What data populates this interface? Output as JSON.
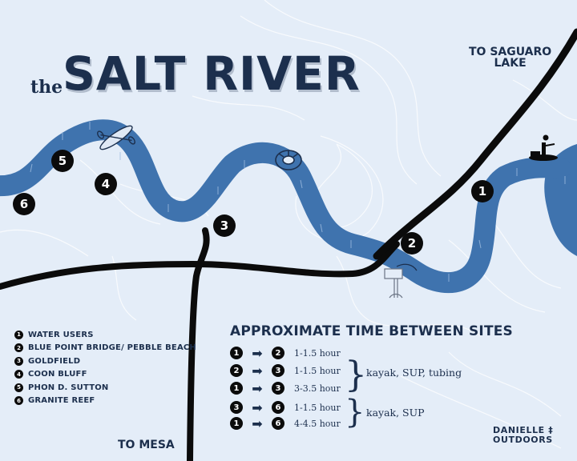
{
  "map": {
    "title_prefix": "the",
    "title": "SALT RIVER",
    "colors": {
      "background": "#e4edf8",
      "river": "#3f73ae",
      "road": "#0b0b0b",
      "text": "#1c2f4d",
      "contour": "#ffffff"
    },
    "destinations": {
      "saguaro_lake_line1": "TO SAGUARO",
      "saguaro_lake_line2": "LAKE",
      "mesa": "TO MESA"
    },
    "markers": [
      {
        "num": "1",
        "name": "WATER USERS"
      },
      {
        "num": "2",
        "name": "BLUE POINT BRIDGE/ PEBBLE BEACH"
      },
      {
        "num": "3",
        "name": "GOLDFIELD"
      },
      {
        "num": "4",
        "name": "COON BLUFF"
      },
      {
        "num": "5",
        "name": "PHON D. SUTTON"
      },
      {
        "num": "6",
        "name": "GRANITE REEF"
      }
    ],
    "icons": [
      "kayak-icon",
      "inner-tube-icon",
      "paddleboarder-icon",
      "bridge-sign-icon"
    ]
  },
  "times": {
    "title": "APPROXIMATE TIME BETWEEN SITES",
    "rows": [
      {
        "from": "1",
        "to": "2",
        "duration": "1-1.5 hour"
      },
      {
        "from": "2",
        "to": "3",
        "duration": "1-1.5 hour"
      },
      {
        "from": "1",
        "to": "3",
        "duration": "3-3.5 hour"
      },
      {
        "from": "3",
        "to": "6",
        "duration": "1-1.5 hour"
      },
      {
        "from": "1",
        "to": "6",
        "duration": "4-4.5 hour"
      }
    ],
    "groups": [
      {
        "activities": "kayak, SUP, tubing"
      },
      {
        "activities": "kayak, SUP"
      }
    ],
    "arrow": "➡"
  },
  "brand": {
    "line1": "DANIELLE",
    "line2": "OUTDOORS"
  }
}
